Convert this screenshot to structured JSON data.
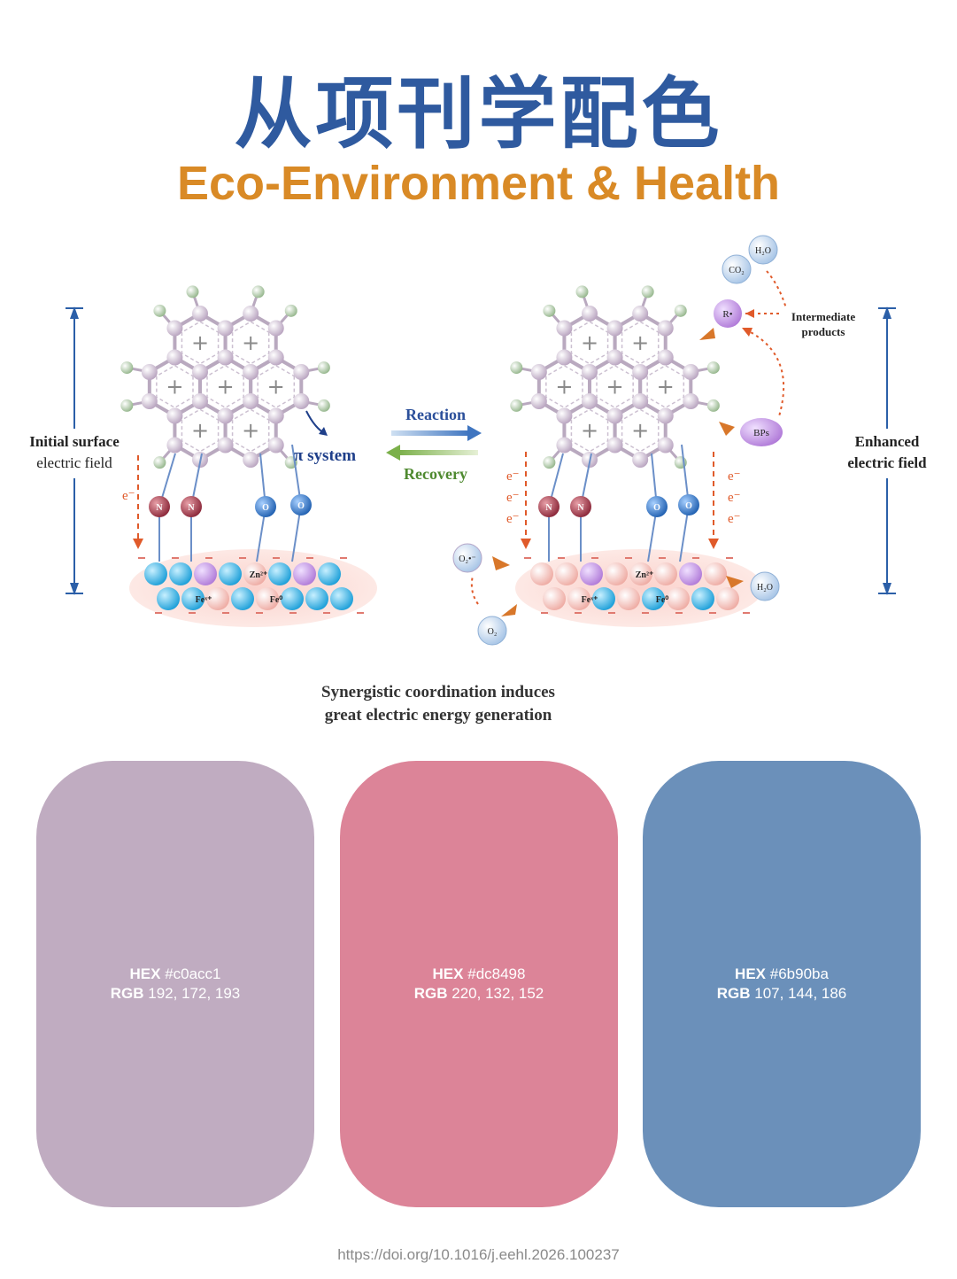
{
  "title": "从项刊学配色",
  "subtitle": "Eco-Environment & Health",
  "figure": {
    "left_label_1": "Initial surface",
    "left_label_2": "electric field",
    "right_label_1": "Enhanced",
    "right_label_2": "electric field",
    "pi_system": "π system",
    "reaction": "Reaction",
    "recovery": "Recovery",
    "electron": "e⁻",
    "atom_n": "N",
    "atom_o": "O",
    "zn": "Zn²⁺",
    "fe_x": "Feˣ⁺",
    "fe_0": "Fe⁰",
    "h2o": "H₂O",
    "co2": "CO₂",
    "r_radical": "R•",
    "intermediate_1": "Intermediate",
    "intermediate_2": "products",
    "bps": "BPs",
    "o2_radical": "O₂•⁻",
    "o2": "O₂",
    "caption_1": "Synergistic coordination induces",
    "caption_2": "great electric energy generation"
  },
  "swatches": [
    {
      "hex_label": "HEX",
      "hex": "#c0acc1",
      "rgb_label": "RGB",
      "rgb": "192, 172, 193",
      "color": "#c0acc1"
    },
    {
      "hex_label": "HEX",
      "hex": "#dc8498",
      "rgb_label": "RGB",
      "rgb": "220, 132, 152",
      "color": "#dc8498"
    },
    {
      "hex_label": "HEX",
      "hex": "#6b90ba",
      "rgb_label": "RGB",
      "rgb": "107, 144, 186",
      "color": "#6b90ba"
    }
  ],
  "doi": "https://doi.org/10.1016/j.eehl.2026.100237",
  "colors": {
    "title": "#2f5a9f",
    "subtitle": "#d98a26",
    "atom_lilac": "#d8c6dc",
    "h_green": "#b6cfae",
    "n_red": "#b04050",
    "o_blue": "#3f7fd0",
    "sub_cyan": "#38b8e8",
    "sub_pink": "#f7c6be",
    "field_blue": "#2b5fa8",
    "dash_orange": "#e05a2a"
  }
}
